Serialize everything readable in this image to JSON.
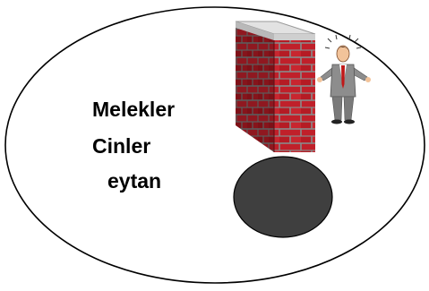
{
  "diagram": {
    "labels": {
      "melekler": "Melekler",
      "cinler": "Cinler",
      "seytan": "eytan"
    }
  },
  "colors": {
    "outline": "#000000",
    "background": "#ffffff",
    "brick": "#c0202a",
    "brick_dark": "#7e1017",
    "mortar": "#8a8a8a",
    "wall_cap": "#dcdcdc",
    "hole": "#3f3f3f",
    "suit": "#8d8d8d",
    "tie": "#c01818",
    "skin": "#f2c39a"
  },
  "icons": [
    "brick-wall-icon",
    "confused-man-icon",
    "dark-hole-icon"
  ]
}
